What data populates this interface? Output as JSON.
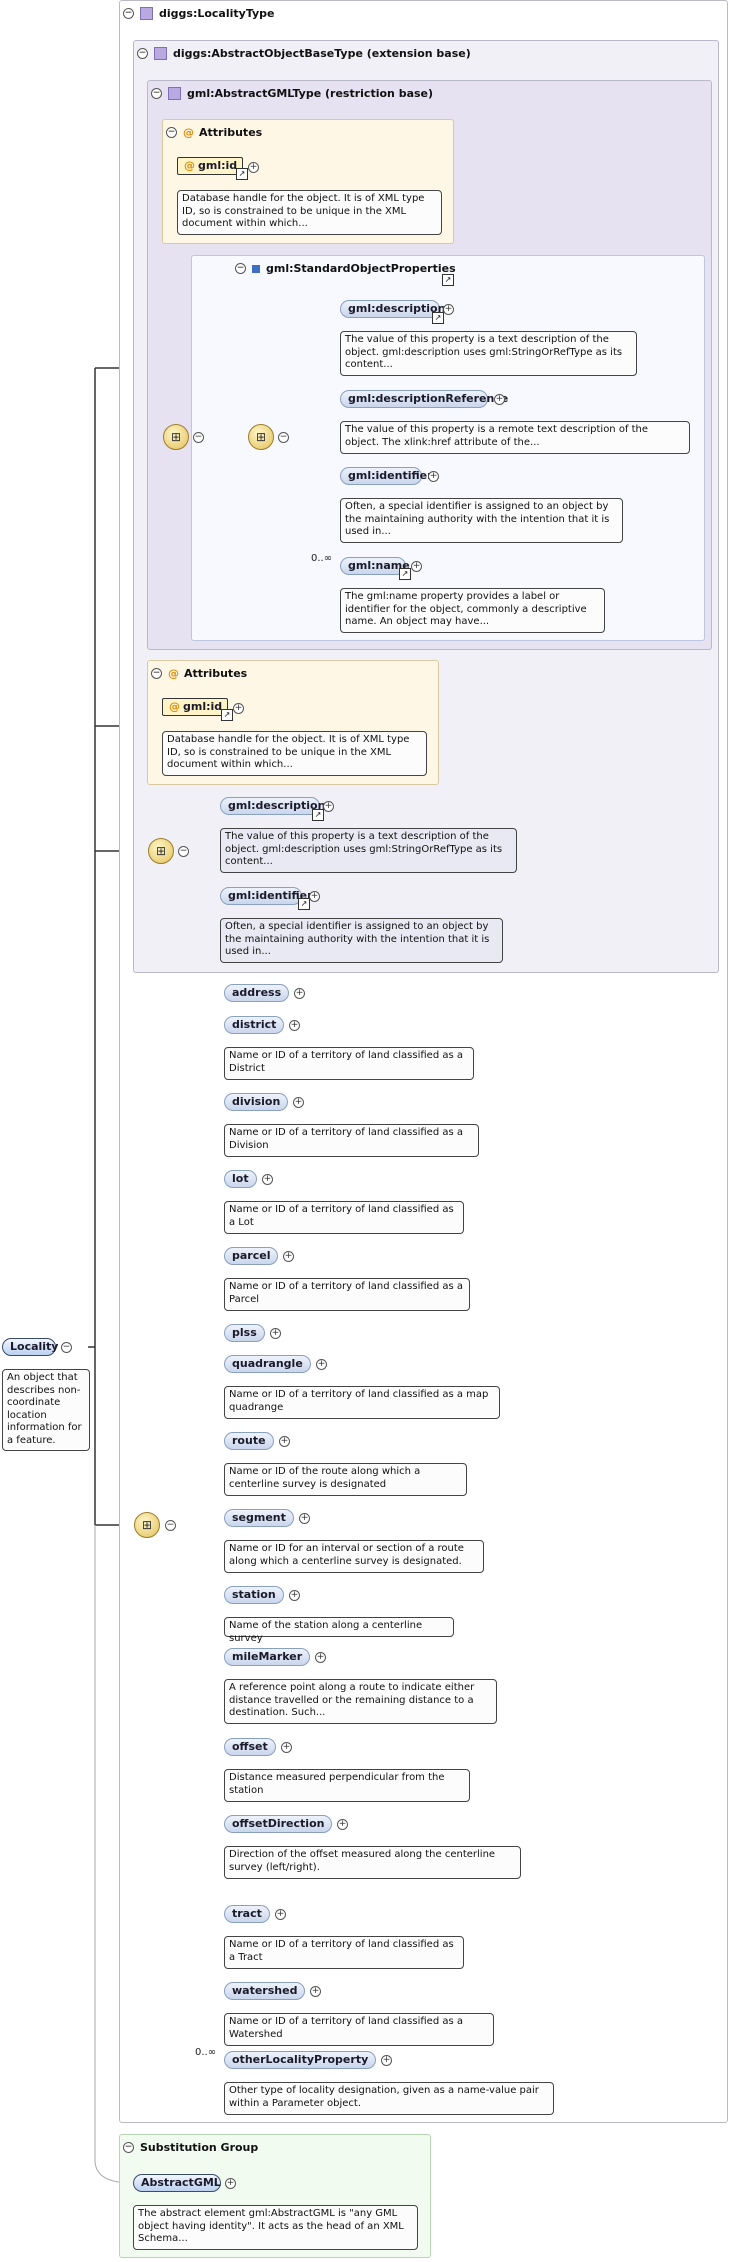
{
  "types": {
    "locality_type": "diggs:LocalityType",
    "abstract_object_base": "diggs:AbstractObjectBaseType (extension base)",
    "abstract_gml": "gml:AbstractGMLType (restriction base)"
  },
  "attributes_label": "Attributes",
  "standard_object_properties": "gml:StandardObjectProperties",
  "gml_id": {
    "name": "gml:id",
    "doc": "Database handle for the object. It is of XML type ID, so is constrained to be unique in the XML document within which..."
  },
  "standard_props": [
    {
      "name": "gml:description",
      "doc": "The value of this property is a text description of the object. gml:description uses gml:StringOrRefType as its content..."
    },
    {
      "name": "gml:descriptionReference",
      "doc": "The value of this property is a remote text description of the object. The xlink:href attribute of the..."
    },
    {
      "name": "gml:identifier",
      "doc": "Often, a special identifier is assigned to an object by the maintaining authority with the intention that it is used in..."
    },
    {
      "name": "gml:name",
      "doc": "The gml:name property provides a label or identifier for the object, commonly a descriptive name. An object may have..."
    }
  ],
  "occurrence": "0..∞",
  "base_props": [
    {
      "name": "gml:description",
      "doc": "The value of this property is a text description of the object. gml:description uses gml:StringOrRefType as its content..."
    },
    {
      "name": "gml:identifier",
      "doc": "Often, a special identifier is assigned to an object by the maintaining authority with the intention that it is used in..."
    }
  ],
  "root": {
    "name": "Locality",
    "doc": "An object that describes non-coordinate location information for a feature."
  },
  "elements": [
    {
      "name": "address",
      "doc": ""
    },
    {
      "name": "district",
      "doc": "Name or ID of a territory of land classified as a District"
    },
    {
      "name": "division",
      "doc": "Name or ID of a territory of land classified as a Division"
    },
    {
      "name": "lot",
      "doc": "Name or ID of a territory of land classified as a Lot"
    },
    {
      "name": "parcel",
      "doc": "Name or ID of a territory of land classified as a Parcel"
    },
    {
      "name": "plss",
      "doc": ""
    },
    {
      "name": "quadrangle",
      "doc": "Name or ID of a territory of land classified as a map quadrange"
    },
    {
      "name": "route",
      "doc": "Name or ID of the route along which a centerline survey is designated"
    },
    {
      "name": "segment",
      "doc": "Name or ID for an interval or section of a route along which a centerline survey is designated."
    },
    {
      "name": "station",
      "doc": "Name of the station along a centerline survey"
    },
    {
      "name": "mileMarker",
      "doc": "A reference point along a route to indicate either distance travelled or the remaining distance to a destination. Such..."
    },
    {
      "name": "offset",
      "doc": "Distance measured perpendicular from the station"
    },
    {
      "name": "offsetDirection",
      "doc": "Direction of the offset measured along the centerline survey (left/right)."
    },
    {
      "name": "tract",
      "doc": "Name or ID of a territory of land classified as a Tract"
    },
    {
      "name": "watershed",
      "doc": "Name or ID of a territory of land classified as a Watershed"
    },
    {
      "name": "otherLocalityProperty",
      "doc": "Other type of locality designation, given as a name-value pair within a Parameter object."
    }
  ],
  "substitution": {
    "label": "Substitution Group",
    "element": "AbstractGML",
    "doc": "The abstract element gml:AbstractGML is \"any GML object having identity\". It acts as the head of an XML Schema..."
  }
}
